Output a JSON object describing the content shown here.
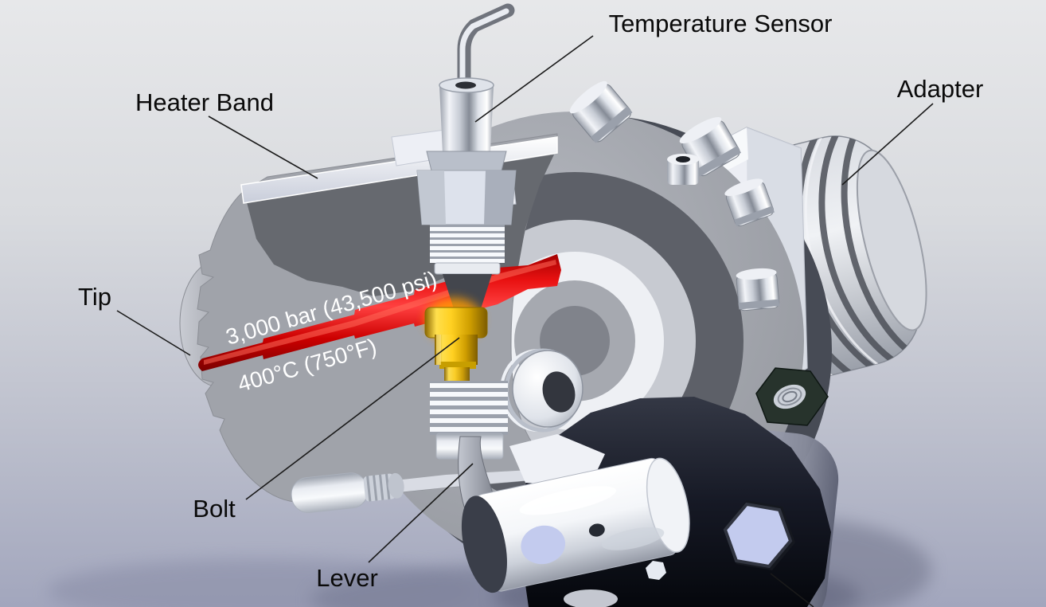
{
  "labels": {
    "temperature_sensor": "Temperature Sensor",
    "heater_band": "Heater Band",
    "adapter": "Adapter",
    "tip": "Tip",
    "bolt": "Bolt",
    "lever": "Lever"
  },
  "annotations": {
    "pressure": "3,000 bar (43,500 psi)",
    "temperature": "400°C (750°F)"
  },
  "colors": {
    "background_top": "#e7e8ea",
    "background_bottom": "#a2a6bd",
    "label_text": "#0a0a0a",
    "annotation_text": "#ffffff",
    "channel_red": "#d40000",
    "bolt_gold": "#f2c200",
    "glow_orange": "#ff9d00",
    "hex_face_blue": "#c3cbee",
    "bracket_black": "#10131b",
    "body_gray": "#a0a3aa",
    "heater_band_white": "#eef0f6"
  }
}
